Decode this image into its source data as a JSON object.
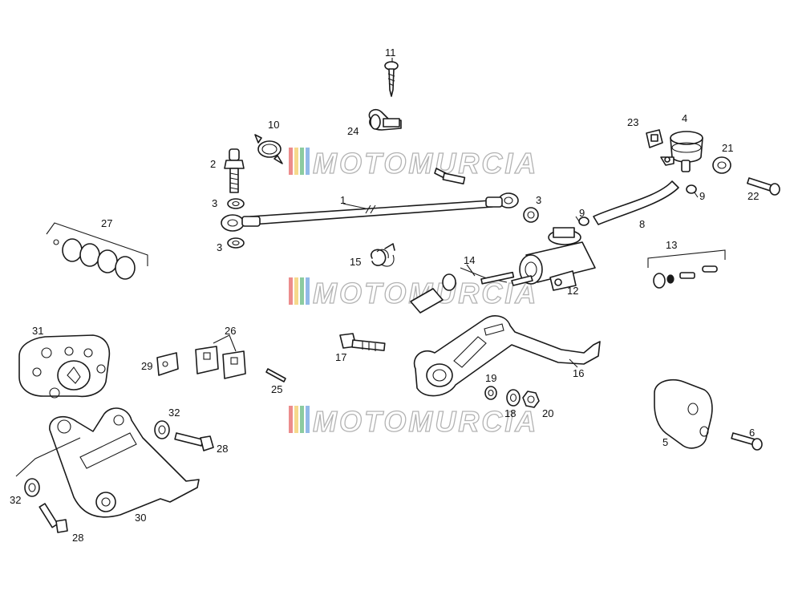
{
  "watermark": {
    "text": "MOTOMURCIA",
    "stripe_colors": [
      "#e04040",
      "#f0c040",
      "#40a860",
      "#4a8ad8"
    ]
  },
  "callouts": {
    "c1": "1",
    "c2": "2",
    "c3a": "3",
    "c3b": "3",
    "c3c": "3",
    "c4": "4",
    "c5": "5",
    "c6": "6",
    "c8": "8",
    "c9a": "9",
    "c9b": "9",
    "c10": "10",
    "c11": "11",
    "c12": "12",
    "c13": "13",
    "c14": "14",
    "c15": "15",
    "c16": "16",
    "c17": "17",
    "c18": "18",
    "c19": "19",
    "c20": "20",
    "c21": "21",
    "c22": "22",
    "c23": "23",
    "c24": "24",
    "c25": "25",
    "c26": "26",
    "c27": "27",
    "c28a": "28",
    "c28b": "28",
    "c29": "29",
    "c30": "30",
    "c31": "31",
    "c32a": "32",
    "c32b": "32"
  }
}
